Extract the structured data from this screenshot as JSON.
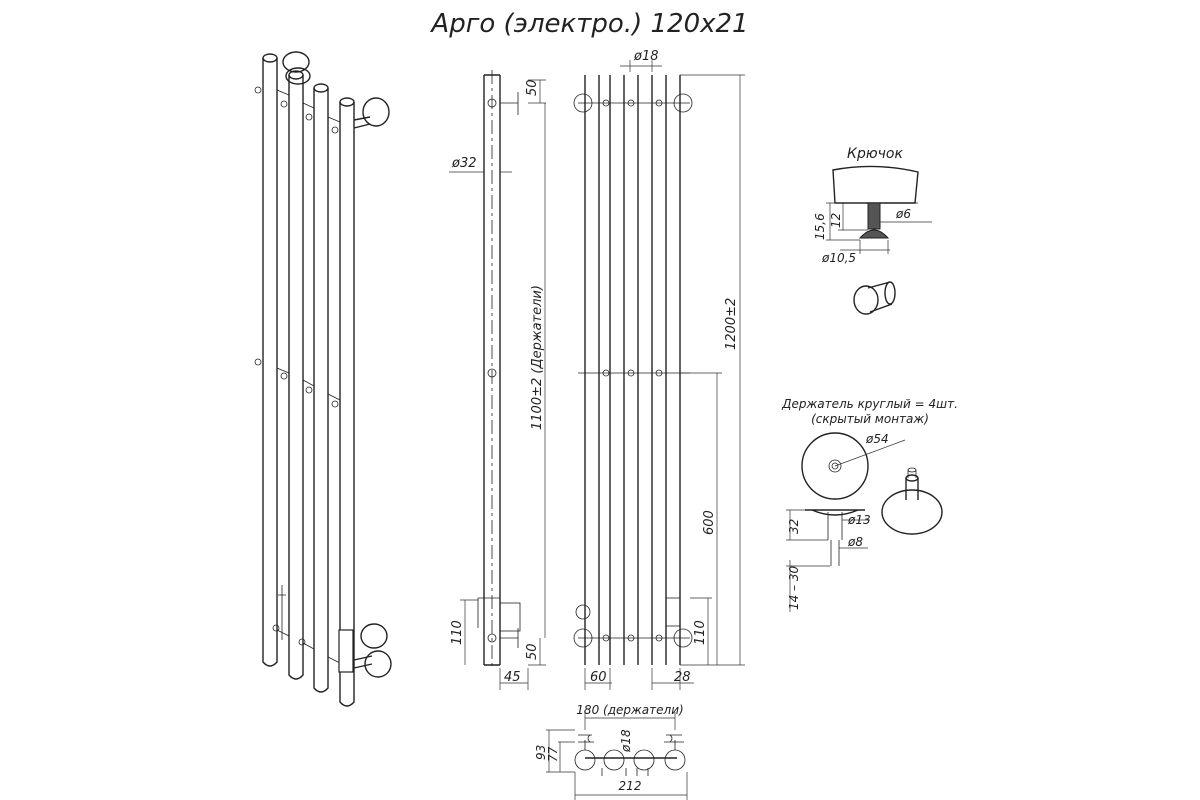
{
  "title": "Арго (электро.) 120x21",
  "front_view": {
    "dim_tube_diameter": "ø32",
    "dim_top_holder": "50",
    "dim_holder_span": "1100±2 (Держатели)",
    "dim_bottom_holder": "50",
    "dim_bottom_block": "110",
    "dim_depth": "45"
  },
  "side_view": {
    "dim_small_tube": "ø18",
    "dim_total_height": "1200±2",
    "dim_mid_height": "600",
    "dim_bottom_block": "110",
    "dim_left_offset": "60",
    "dim_right_offset": "28"
  },
  "hook": {
    "label": "Крючок",
    "dim_height": "15,6",
    "dim_depth": "12",
    "dim_pin": "ø6",
    "dim_head": "ø10,5"
  },
  "holder": {
    "label_line1": "Держатель круглый = 4шт.",
    "label_line2": "(скрытый монтаж)",
    "dim_plate": "ø54",
    "dim_stem_top": "ø13",
    "dim_stem_bottom": "ø8",
    "dim_height": "32",
    "dim_range": "14 – 30"
  },
  "top_view": {
    "dim_holders": "180 (держатели)",
    "dim_width": "212",
    "dim_tube": "ø18",
    "dim_93": "93",
    "dim_77": "77"
  }
}
